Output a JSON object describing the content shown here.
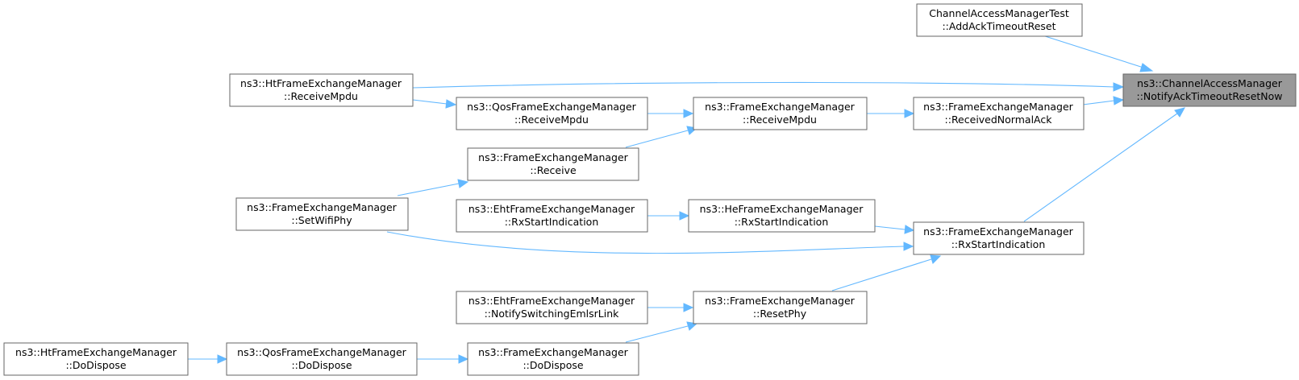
{
  "diagram": {
    "nodes": [
      {
        "id": "target",
        "line1": "ns3::ChannelAccessManager",
        "line2": "::NotifyAckTimeoutResetNow",
        "focus": true
      },
      {
        "id": "test",
        "line1": "ChannelAccessManagerTest",
        "line2": "::AddAckTimeoutReset"
      },
      {
        "id": "ht_recv",
        "line1": "ns3::HtFrameExchangeManager",
        "line2": "::ReceiveMpdu"
      },
      {
        "id": "qos_recv",
        "line1": "ns3::QosFrameExchangeManager",
        "line2": "::ReceiveMpdu"
      },
      {
        "id": "fem_recv",
        "line1": "ns3::FrameExchangeManager",
        "line2": "::ReceiveMpdu"
      },
      {
        "id": "fem_ack",
        "line1": "ns3::FrameExchangeManager",
        "line2": "::ReceivedNormalAck"
      },
      {
        "id": "fem_receive",
        "line1": "ns3::FrameExchangeManager",
        "line2": "::Receive"
      },
      {
        "id": "fem_setphy",
        "line1": "ns3::FrameExchangeManager",
        "line2": "::SetWifiPhy"
      },
      {
        "id": "eht_rx",
        "line1": "ns3::EhtFrameExchangeManager",
        "line2": "::RxStartIndication"
      },
      {
        "id": "he_rx",
        "line1": "ns3::HeFrameExchangeManager",
        "line2": "::RxStartIndication"
      },
      {
        "id": "fem_rx",
        "line1": "ns3::FrameExchangeManager",
        "line2": "::RxStartIndication"
      },
      {
        "id": "eht_emlsr",
        "line1": "ns3::EhtFrameExchangeManager",
        "line2": "::NotifySwitchingEmlsrLink"
      },
      {
        "id": "fem_reset",
        "line1": "ns3::FrameExchangeManager",
        "line2": "::ResetPhy"
      },
      {
        "id": "ht_dispose",
        "line1": "ns3::HtFrameExchangeManager",
        "line2": "::DoDispose"
      },
      {
        "id": "qos_dispose",
        "line1": "ns3::QosFrameExchangeManager",
        "line2": "::DoDispose"
      },
      {
        "id": "fem_dispose",
        "line1": "ns3::FrameExchangeManager",
        "line2": "::DoDispose"
      }
    ],
    "edges": [
      {
        "from": "test",
        "to": "target"
      },
      {
        "from": "ht_recv",
        "to": "target"
      },
      {
        "from": "fem_ack",
        "to": "target"
      },
      {
        "from": "fem_rx",
        "to": "target"
      },
      {
        "from": "ht_recv",
        "to": "qos_recv"
      },
      {
        "from": "qos_recv",
        "to": "fem_recv"
      },
      {
        "from": "fem_recv",
        "to": "fem_ack"
      },
      {
        "from": "fem_receive",
        "to": "fem_recv"
      },
      {
        "from": "fem_setphy",
        "to": "fem_receive"
      },
      {
        "from": "fem_setphy",
        "to": "fem_rx"
      },
      {
        "from": "eht_rx",
        "to": "he_rx"
      },
      {
        "from": "he_rx",
        "to": "fem_rx"
      },
      {
        "from": "fem_reset",
        "to": "fem_rx"
      },
      {
        "from": "eht_emlsr",
        "to": "fem_reset"
      },
      {
        "from": "fem_dispose",
        "to": "fem_reset"
      },
      {
        "from": "qos_dispose",
        "to": "fem_dispose"
      },
      {
        "from": "ht_dispose",
        "to": "qos_dispose"
      }
    ]
  },
  "colors": {
    "edge": "#63b8ff",
    "node_border": "#666666",
    "node_fill": "#ffffff",
    "focus_fill": "#999999"
  }
}
